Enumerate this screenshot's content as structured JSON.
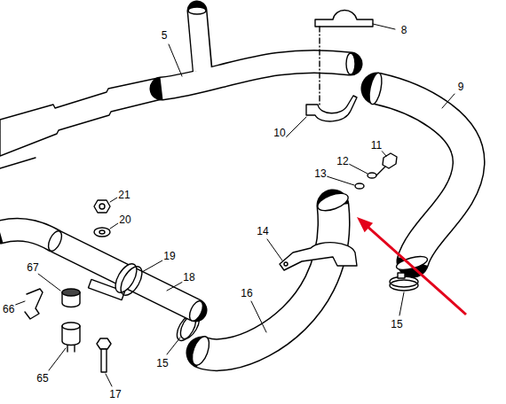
{
  "diagram": {
    "labels": [
      "8",
      "5",
      "9",
      "10",
      "11",
      "12",
      "13",
      "21",
      "20",
      "14",
      "19",
      "18",
      "67",
      "66",
      "16",
      "15",
      "15",
      "65",
      "17"
    ]
  }
}
